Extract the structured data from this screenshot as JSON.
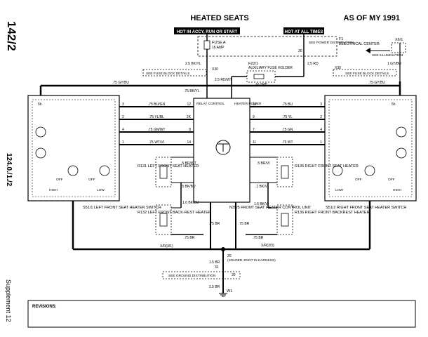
{
  "header": {
    "title": "HEATED SEATS",
    "model_year": "AS OF MY 1991"
  },
  "margin": {
    "page_number": "142/2",
    "doc_code": "124.0./1./2",
    "supplement": "Supplement 12"
  },
  "power": {
    "hot_accy": "HOT IN ACCY, RUN OR START",
    "hot_all": "HOT AT ALL TIMES",
    "fuse_a": "FUSE A",
    "fuse_a_rating": "16 AMP",
    "see_power_dist": "SEE POWER DISTRIBUTION",
    "see_power_dist_num": "30",
    "f1_label": "F1",
    "electrical_center": "ELECTRICAL CENTER",
    "x6_1": "X6/1",
    "see_illumination": "SEE ILLUMINATION",
    "f22_1": "F22/1",
    "aux_fuse_holder": "AUXILIARY FUSE HOLDER",
    "aux_fuse_rating": "12 AMP",
    "wire_25bkyl": "2.5 BK/YL",
    "wire_25rd": "2.5 RD",
    "wire_25rdwt": "2.5 RD/WT",
    "wire_1gybu": "1 GY/BU",
    "fuse_block_left": "SEE FUSE BLOCK DETAILS",
    "fuse_block_right": "SEE FUSE BLOCK DETAILS",
    "x30_left": "X30",
    "x30_right": "X30",
    "wire_75gybu_l": ".75 GY/BU",
    "wire_75gybu_r": ".75 GY/BU",
    "wire_75bkyl": ".75 BK/YL"
  },
  "control_unit": {
    "relay_control": "RELAY CONTROL",
    "heater_power": "HEATER POWER",
    "name": "N35/5 FRONT SEAT HEATER CONTROL UNIT"
  },
  "left_switch": {
    "name": "S51/1 LEFT FRONT SEAT HEATER SWITCH",
    "high": "HIGH",
    "low": "LOW",
    "off": "OFF",
    "label_5h": "5h"
  },
  "right_switch": {
    "name": "S51/2 RIGHT FRONT SEAT HEATER SWITCH",
    "high": "HIGH",
    "low": "LOW",
    "off": "OFF",
    "label_5h": "5h"
  },
  "left_wires": [
    {
      "pin_l": "3",
      "wire": ".75 BU/GN",
      "pin_r": "12"
    },
    {
      "pin_l": "2",
      "wire": ".75 YL/BL",
      "pin_r": "2K"
    },
    {
      "pin_l": "4",
      "wire": ".75 GN/WT",
      "pin_r": "8"
    },
    {
      "pin_l": "1",
      "wire": ".75 WT/VI",
      "pin_r": "14"
    }
  ],
  "right_wires": [
    {
      "pin_l": "10",
      "wire": ".75 BU",
      "pin_r": "3"
    },
    {
      "pin_l": "9",
      "wire": ".75 YL",
      "pin_r": "2"
    },
    {
      "pin_l": "7",
      "wire": ".75 GN",
      "pin_r": "4"
    },
    {
      "pin_l": "11",
      "wire": ".75 WT",
      "pin_r": "1"
    }
  ],
  "heaters": {
    "r131": "R131 LEFT FRONT SEAT HEATER",
    "r132": "R132 LEFT FRONT BACK-REST HEATER",
    "r135": "R135 RIGHT FRONT SEAT HEATER",
    "r136": "R136 RIGHT FRONT BACKREST HEATER",
    "w5_brwt": ".5 BR/WT",
    "w5_bkbu": ".5 BK/BU",
    "w16_bkbu": "1.6 BK/BU",
    "w5_brvi": ".5 BR/VI",
    "w1_bkvi": ".1 BK/VI",
    "w16_bkvi": "1.6 BK/VI",
    "w75br_l": ".75 BR",
    "w75br_r": ".75 BR",
    "w75br_cl": ".75 BR",
    "w75br_cr": ".75 BR"
  },
  "ground": {
    "xr_left": "X/R(3/1)",
    "xr_right": "X/R(3/3)",
    "w15br": "1.5 BR",
    "z6": "Z6",
    "solder_joint": "(SOLDER JOINT IN HARNESS)",
    "see_ground": "SEE GROUND DISTRIBUTION",
    "w25br": "2.5 BR",
    "w1": "W1",
    "w30": "30",
    "w31": "31"
  },
  "revisions": {
    "label": "REVISIONS:"
  }
}
